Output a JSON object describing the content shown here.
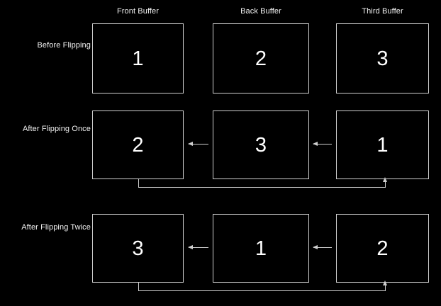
{
  "diagram": {
    "title": "Triple buffering page-flipping diagram",
    "background_color": "#000000",
    "line_color": "#cfcfcf",
    "text_color": "#ffffff",
    "columns": [
      {
        "label": "Front Buffer"
      },
      {
        "label": "Back Buffer"
      },
      {
        "label": "Third Buffer"
      }
    ],
    "rows": [
      {
        "label": "Before Flipping",
        "values": [
          "1",
          "2",
          "3"
        ],
        "has_wrap_arrow": false
      },
      {
        "label": "After Flipping Once",
        "values": [
          "2",
          "3",
          "1"
        ],
        "has_wrap_arrow": true
      },
      {
        "label": "After Flipping Twice",
        "values": [
          "3",
          "1",
          "2"
        ],
        "has_wrap_arrow": true
      }
    ],
    "arrows": {
      "between_boxes_direction": "left",
      "wrap_direction": "up-into-third-buffer",
      "count_per_flip_row": 2
    }
  }
}
